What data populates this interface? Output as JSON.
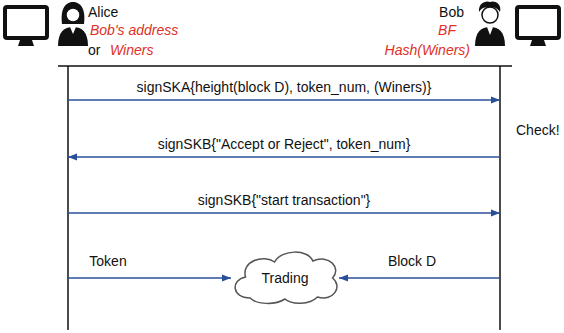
{
  "diagram": {
    "nodes": [
      {
        "text": [
          "Alice",
          "Bob's address",
          "or",
          "Winers"
        ]
      },
      {
        "text": [
          "Bob",
          "BF",
          "Hash(Winers)"
        ]
      },
      {
        "text": [
          "Trading"
        ]
      }
    ],
    "edges": [
      {
        "from": 0,
        "to": 1,
        "arrow": "to",
        "label": "signSKA{height(block D), token_num, (Winers)}"
      },
      {
        "from": 1,
        "to": 0,
        "arrow": "to",
        "label": "signSKB{\"Accept or Reject\", token_num}"
      },
      {
        "from": 0,
        "to": 1,
        "arrow": "to",
        "label": "signSKB{\"start transaction\"}"
      },
      {
        "from": 0,
        "to": 2,
        "arrow": "to",
        "label": "Token"
      },
      {
        "from": 1,
        "to": 2,
        "arrow": "to",
        "label": "Block D"
      }
    ],
    "labels": [
      "Check!"
    ]
  }
}
